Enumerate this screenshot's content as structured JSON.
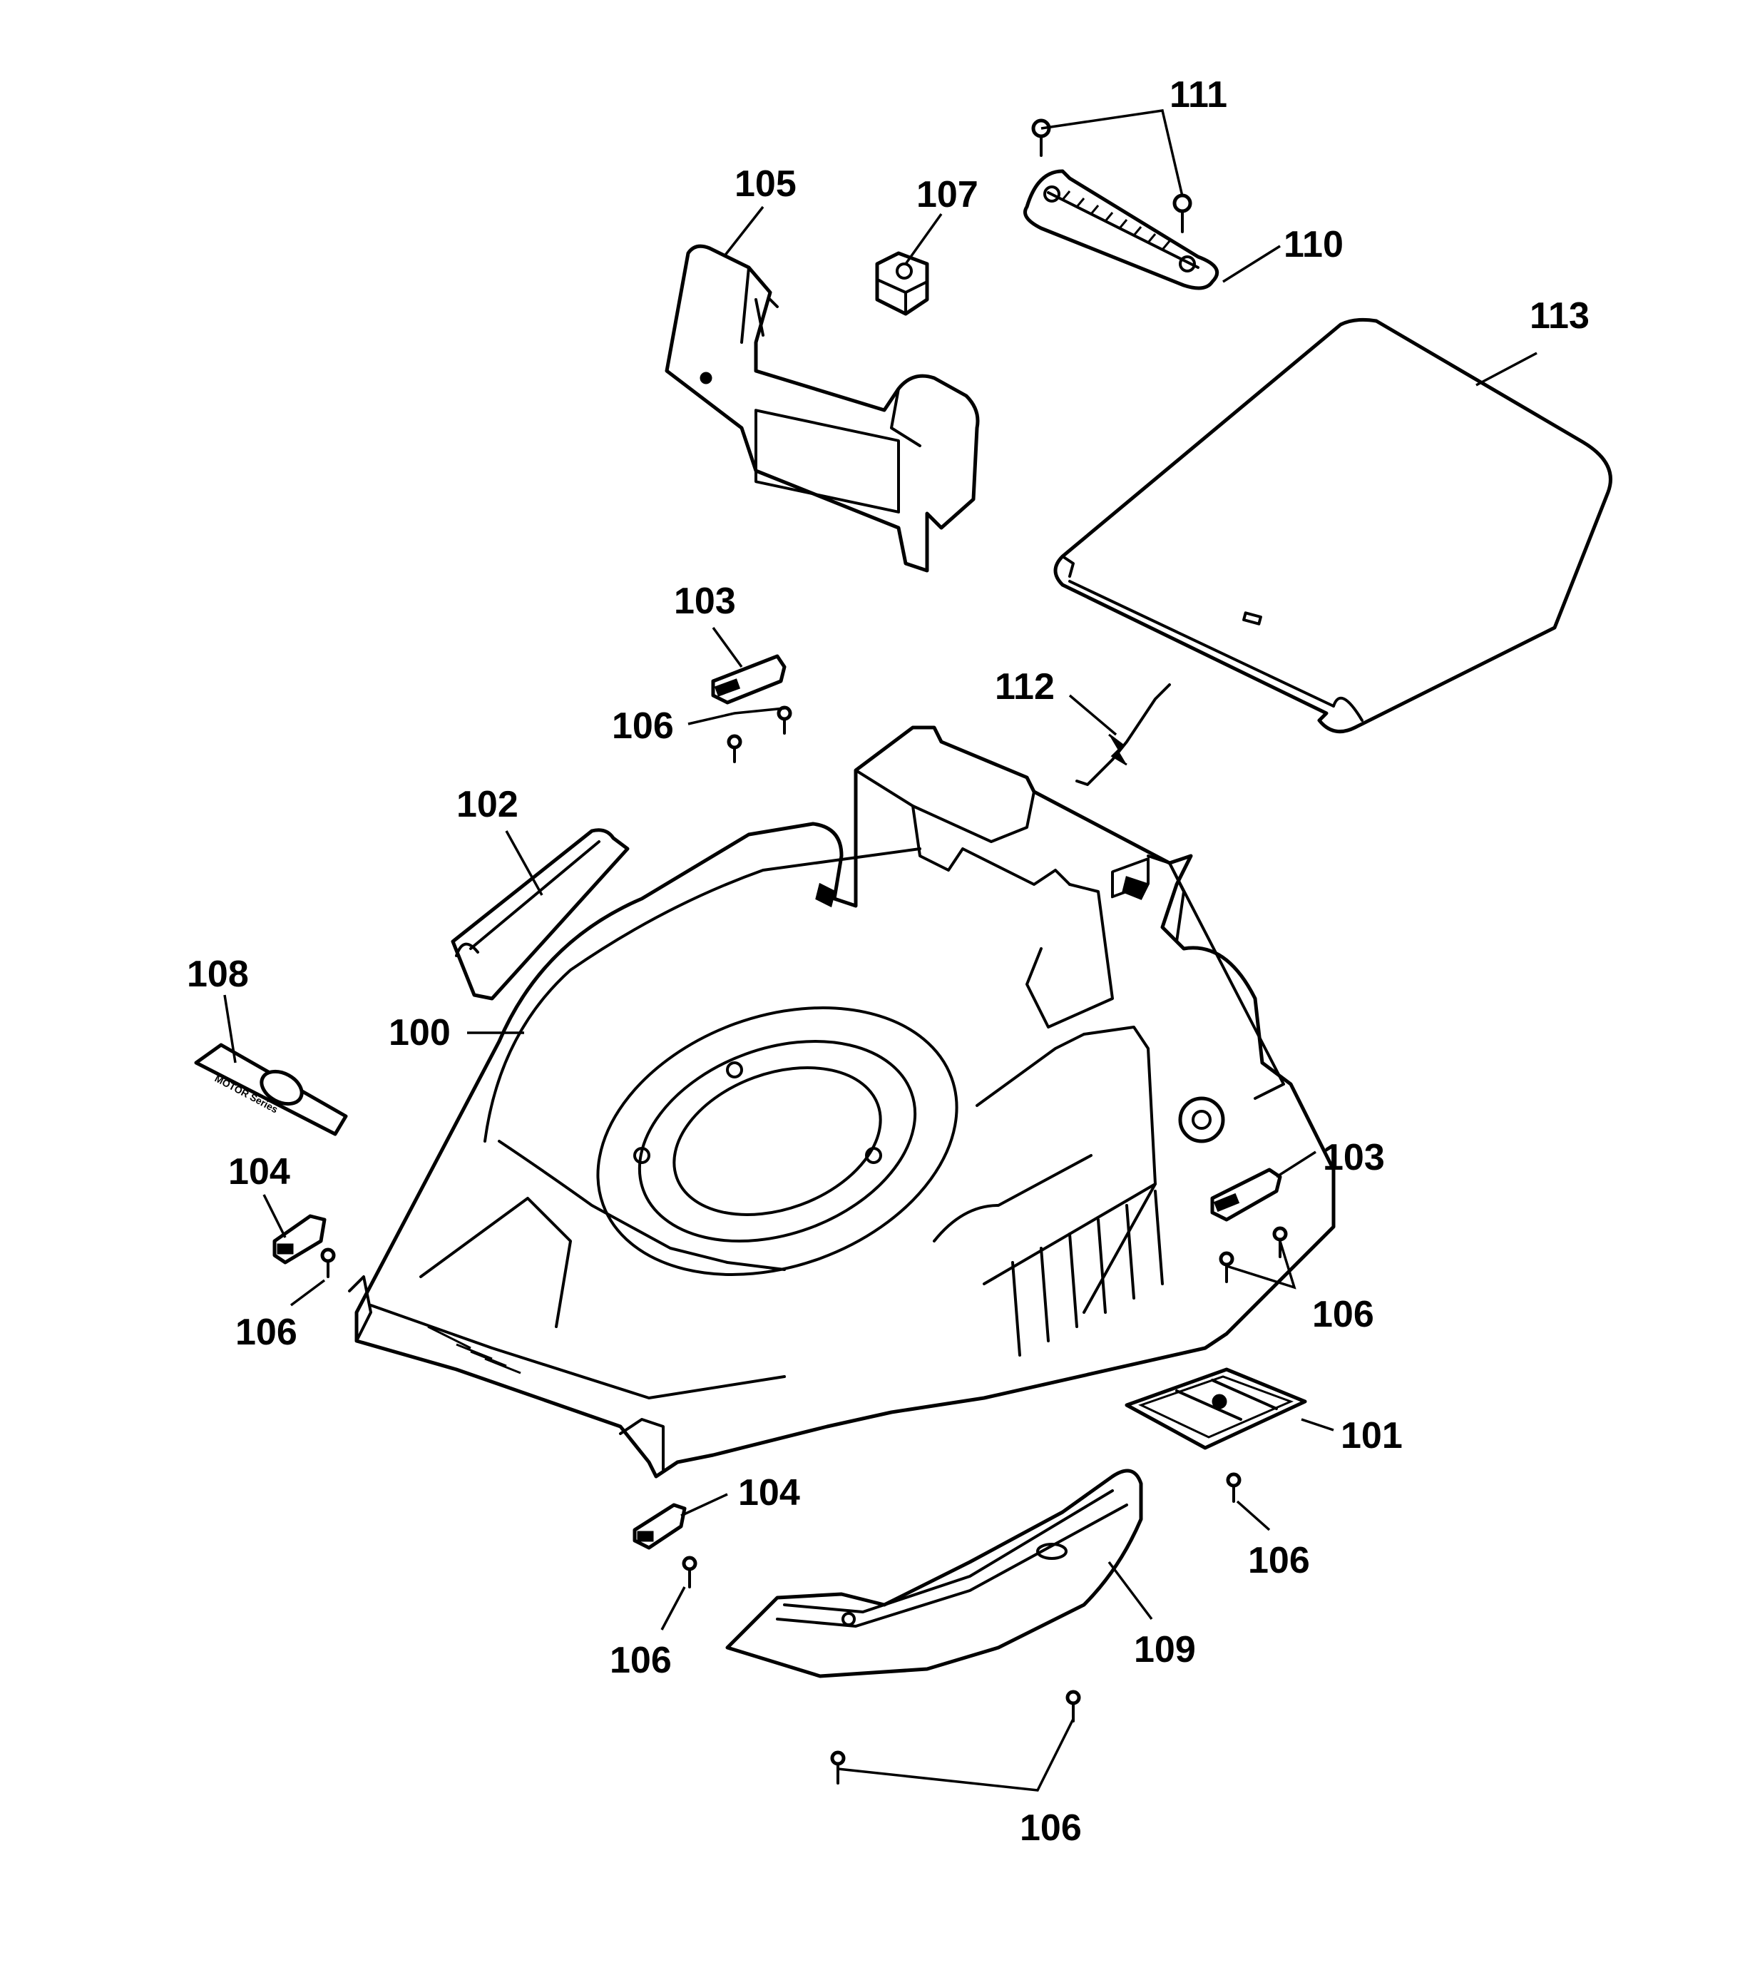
{
  "callouts": {
    "c111": "111",
    "c105": "105",
    "c107": "107",
    "c110": "110",
    "c113": "113",
    "c103_top": "103",
    "c112": "112",
    "c106_top": "106",
    "c102": "102",
    "c108": "108",
    "c100": "100",
    "c104_left": "104",
    "c103_right": "103",
    "c106_left": "106",
    "c106_right": "106",
    "c101": "101",
    "c104_bottom": "104",
    "c106_lowright": "106",
    "c109": "109",
    "c106_lowleft": "106",
    "c106_bottom": "106"
  },
  "emblem_text": "MOTOR Series",
  "colors": {
    "line": "#000000",
    "background": "#ffffff"
  }
}
